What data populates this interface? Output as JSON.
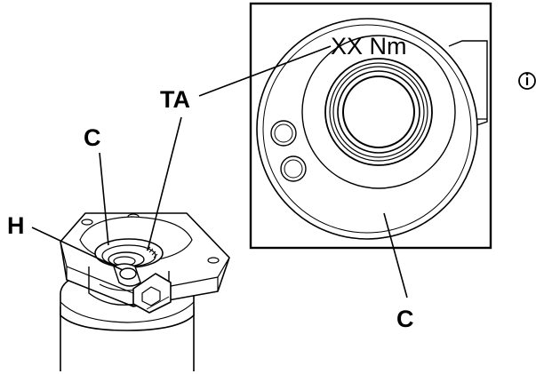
{
  "labels": {
    "torque": "XX Nm",
    "torque_adapter": "TA",
    "clamp_top": "C",
    "clamp_detail": "C",
    "hex_screw": "H"
  },
  "info_icon": {
    "name": "info-circle-icon",
    "glyph": "ⓘ"
  },
  "colors": {
    "line": "#000000",
    "background": "#ffffff"
  }
}
